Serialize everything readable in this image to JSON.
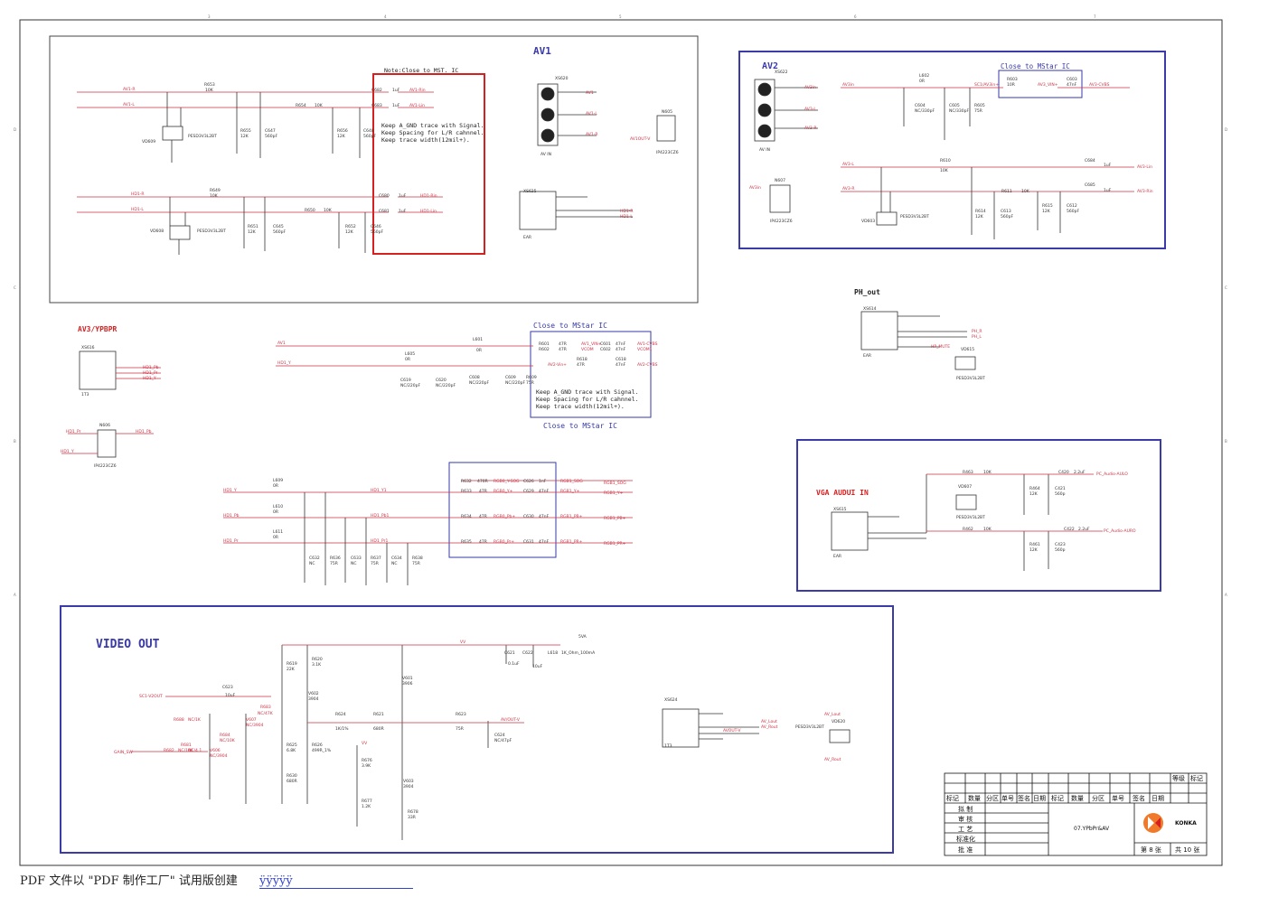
{
  "colors": {
    "frame": "#3a3aa8",
    "wire": "#cc3344",
    "note": "#d62020",
    "ink": "#222222"
  },
  "sections": {
    "av1": "AV1",
    "av2": "AV2",
    "av3": "AV3/YPBPR",
    "ph_out": "PH_out",
    "vga_audio": "VGA AUDUI IN",
    "video_out": "VIDEO OUT"
  },
  "notes": {
    "close_mst": "Note:Close to MST. IC",
    "close_mstar": "Close to MStar IC",
    "keep_lines": [
      "Keep A_GND trace with Signal.",
      "Keep Spacing for L/R cahnnel.",
      "Keep trace width(12mil+)."
    ]
  },
  "av1": {
    "nets": [
      "AV1-R",
      "AV1-L",
      "HD1-R",
      "HD1-L"
    ],
    "refs": [
      "R653",
      "10K",
      "R654",
      "10K",
      "R655",
      "12K",
      "C647",
      "560pF",
      "R656",
      "12K",
      "C648",
      "560pF",
      "VD609",
      "PESD3V3L2BT",
      "R649",
      "10K",
      "R650",
      "10K",
      "R651",
      "12K",
      "C645",
      "560pF",
      "R652",
      "12K",
      "C646",
      "560pF",
      "VD608",
      "PESD3V3L2BT",
      "C682",
      "1uF",
      "C683",
      "1uF",
      "C680",
      "1uF",
      "C681",
      "1uF"
    ],
    "out_nets": [
      "AV1-Rin",
      "AV1-Lin",
      "HD1-Rin",
      "HD1-Lin"
    ],
    "jack": [
      "XS620",
      "AV IN"
    ],
    "jack_nets": [
      "AV1",
      "AV1-L",
      "AV1-R"
    ],
    "ear": [
      "XS625",
      "EAR"
    ],
    "ear_nets": [
      "HD1-R",
      "HD1-L"
    ],
    "ic": [
      "N605",
      "IP4223CZ6",
      "AV1OUT-V"
    ]
  },
  "av2": {
    "refs": [
      "XS622",
      "AV IN",
      "L602",
      "0R",
      "C604",
      "NC/330pF",
      "C605",
      "NC/330pF",
      "R605",
      "75R",
      "R603",
      "10R",
      "C603",
      "47nF",
      "N607",
      "IP4223CZ6",
      "R610",
      "10K",
      "R611",
      "10K",
      "C684",
      "1uF",
      "C685",
      "1uF",
      "R614",
      "12K",
      "C613",
      "560pF",
      "R615",
      "12K",
      "C612",
      "560pF",
      "VD603",
      "PESD3V3L2BT"
    ],
    "nets": [
      "AV3in",
      "AV3in",
      "AV3-L",
      "AV3-R",
      "SC1/AV3in+",
      "AV3_VIN+",
      "AV3-CVBS",
      "AV3-L",
      "AV3-R",
      "AV3-Lin",
      "AV3-Rin",
      "AV3in"
    ]
  },
  "av3": {
    "refs": [
      "XS616",
      "1T3",
      "N606",
      "IP4223CZ6"
    ],
    "nets": [
      "HD1_Pb",
      "HD1_Pr",
      "HD1_Y",
      "HD1_Pr",
      "HD1_Pb",
      "HD1_Y"
    ],
    "mid_nets": [
      "AV1",
      "HD1_Y"
    ],
    "mid_refs": [
      "L601",
      "0R",
      "L605",
      "0R",
      "C619",
      "NC/220pF",
      "C620",
      "NC/220pF",
      "C608",
      "NC/220pF",
      "C609",
      "NC/220pF",
      "R609",
      "75R",
      "R601",
      "47R",
      "R602",
      "47R",
      "R618",
      "47R",
      "C601",
      "47nF",
      "C602",
      "47nF",
      "C618",
      "47nF"
    ],
    "mid_out": [
      "AV1_VIN+",
      "AV1-CVBS",
      "VCOM1",
      "AV2-Vin+",
      "AV2-CVBS",
      "VCOM"
    ]
  },
  "ypbpr": {
    "inputs": [
      "HD1_Y",
      "HD1_Pb",
      "HD1_Pr"
    ],
    "chain": [
      "HD1_Y1",
      "HD1_Pb1",
      "HD1_Pr1"
    ],
    "refs": [
      "L609",
      "0R",
      "L610",
      "0R",
      "L611",
      "0R",
      "C632",
      "NC",
      "R636",
      "75R",
      "C633",
      "NC",
      "R637",
      "75R",
      "C634",
      "NC",
      "R638",
      "75R"
    ],
    "box": [
      "R632",
      "470R",
      "RGB0_Y-SOG",
      "C626",
      "1nF",
      "R633",
      "47R",
      "RGB0_Y+",
      "C629",
      "47nF",
      "R634",
      "47R",
      "RGB0_Pb+",
      "C630",
      "47nF",
      "R635",
      "47R",
      "RGB0_Pr+",
      "C631",
      "47nF"
    ],
    "outs": [
      "RGB1_SOG",
      "RGB1_Y+",
      "RGB1_PB+",
      "RGB1_PR+"
    ]
  },
  "ph": {
    "refs": [
      "XS614",
      "EAR",
      "VD615",
      "PESD3V3L2BT"
    ],
    "nets": [
      "PH_R",
      "PH_L",
      "HP_MUTE"
    ]
  },
  "vga": {
    "refs": [
      "XS615",
      "EAR",
      "VD607",
      "PESD3V3L2BT",
      "R463",
      "10K",
      "R462",
      "10K",
      "R464",
      "12K",
      "C421",
      "560p",
      "R461",
      "12K",
      "C423",
      "560p",
      "C420",
      "2.2uF",
      "C422",
      "2.2uF"
    ],
    "outs": [
      "PC_Audio-AULO",
      "PC_Audio-AURO"
    ]
  },
  "video_out": {
    "refs": [
      "C623",
      "10uF",
      "R619",
      "22K",
      "R620",
      "3.1K",
      "V602",
      "3904",
      "R688",
      "NC/1K",
      "R683",
      "NC/47K",
      "V607",
      "NC/3904",
      "R684",
      "NC/10K",
      "R682",
      "NC/10K",
      "V606",
      "NC/3904",
      "R681",
      "NC/4.1",
      "R625",
      "6.8K",
      "R626",
      "499R_1%",
      "R630",
      "680R",
      "R624",
      "1K/1%",
      "R621",
      "680R",
      "V601",
      "3906",
      "R623",
      "75R",
      "C624",
      "NC/47pF",
      "C621",
      "0.1uF",
      "C622",
      "10uF",
      "L618",
      "1K_Ohm_100mA",
      "R676",
      "3.9K",
      "R677",
      "1.2K",
      "V603",
      "3904",
      "R678",
      "33R"
    ],
    "nets": [
      "SC1-V2OUT",
      "GAIN_SW",
      "VV",
      "VV",
      "5VA",
      "AV/OUT-V"
    ]
  },
  "av_out": {
    "refs": [
      "XS624",
      "1T3",
      "VD620",
      "PESD3V3L2BT"
    ],
    "nets": [
      "AV_Lout",
      "AV_Rout",
      "AVOUT-V",
      "AV_Lout",
      "AV_Rout"
    ]
  },
  "title_block": {
    "row_top": [
      "等级",
      "标记"
    ],
    "headers": [
      "标记",
      "数量",
      "分区",
      "单号",
      "签名",
      "日期",
      "标记",
      "数量",
      "分区",
      "单号",
      "签名",
      "日期"
    ],
    "roles": [
      "拟 制",
      "审 核",
      "工 艺",
      "标准化",
      "批 准"
    ],
    "drawing_name": "07.YPbPr&AV",
    "company": "KONKA",
    "sheet": "第 8 张",
    "total": "共 10 张"
  },
  "footer": {
    "text": "PDF 文件以 \"PDF 制作工厂\" 试用版创建",
    "link": "ÿÿÿÿÿ"
  }
}
